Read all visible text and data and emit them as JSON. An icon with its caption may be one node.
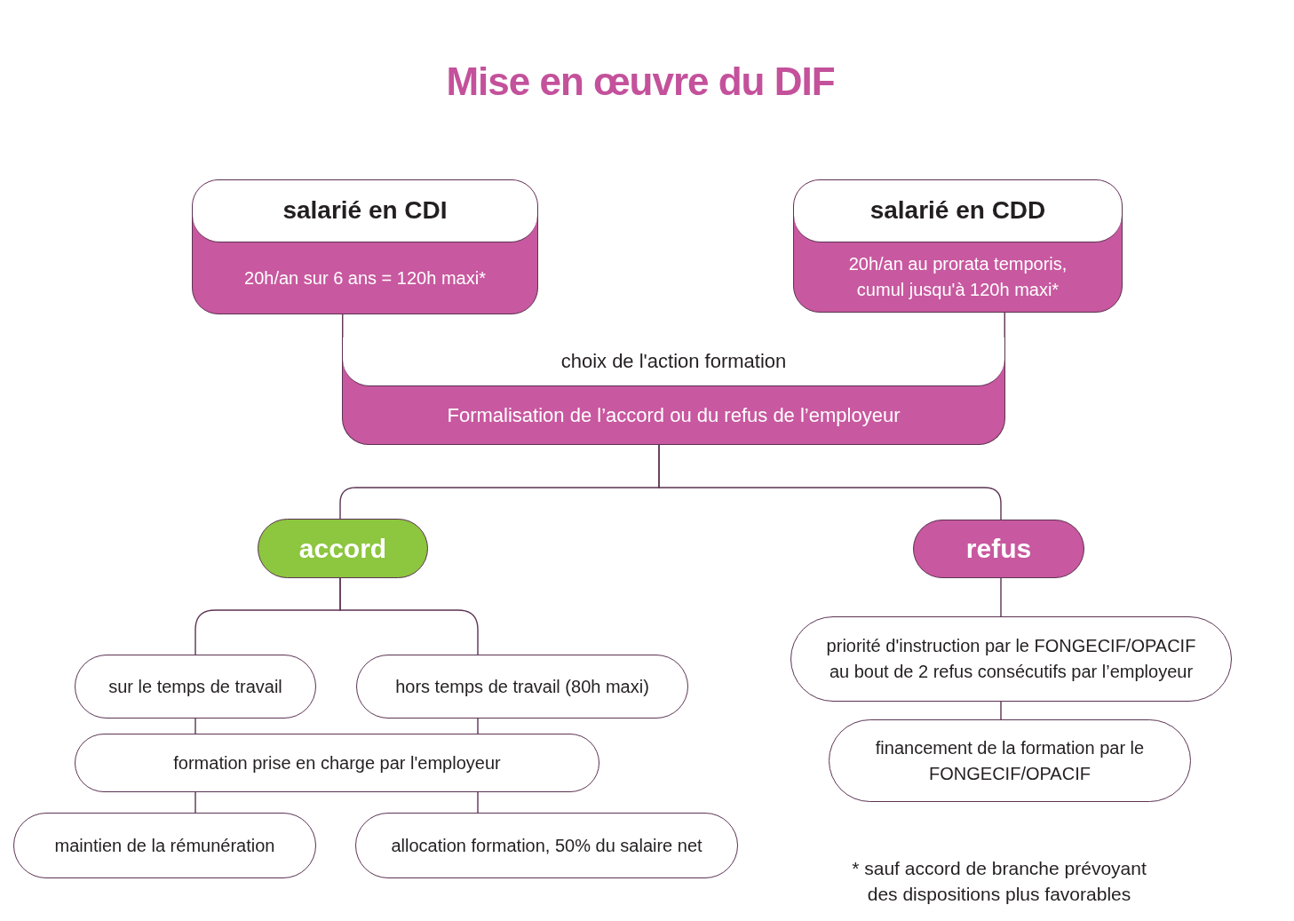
{
  "diagram": {
    "title": "Mise en œuvre du DIF",
    "nodes": [
      {
        "text": [
          "salarié en CDI",
          "20h/an sur 6 ans = 120h maxi*"
        ]
      },
      {
        "text": [
          "salarié en CDD",
          "20h/an au prorata temporis, cumul jusqu'à 120h maxi*"
        ]
      },
      {
        "text": [
          "choix de l'action formation",
          "Formalisation de l’accord ou du refus de l’employeur"
        ]
      },
      {
        "text": [
          "accord"
        ]
      },
      {
        "text": [
          "refus"
        ]
      },
      {
        "text": [
          "sur le temps de travail"
        ]
      },
      {
        "text": [
          "hors temps de travail (80h maxi)"
        ]
      },
      {
        "text": [
          "formation prise en charge par l'employeur"
        ]
      },
      {
        "text": [
          "maintien de la rémunération"
        ]
      },
      {
        "text": [
          "allocation formation, 50% du salaire net"
        ]
      },
      {
        "text": [
          "priorité d'instruction par le FONGECIF/OPACIF au bout de 2 refus consécutifs par l’employeur"
        ]
      },
      {
        "text": [
          "financement de la formation par le FONGECIF/OPACIF"
        ]
      }
    ],
    "edges": [
      {
        "from": 0,
        "to": 2,
        "arrow": "none"
      },
      {
        "from": 1,
        "to": 2,
        "arrow": "none"
      },
      {
        "from": 2,
        "to": 3,
        "arrow": "none"
      },
      {
        "from": 2,
        "to": 4,
        "arrow": "none"
      },
      {
        "from": 3,
        "to": 5,
        "arrow": "none"
      },
      {
        "from": 3,
        "to": 6,
        "arrow": "none"
      },
      {
        "from": 5,
        "to": 7,
        "arrow": "none"
      },
      {
        "from": 6,
        "to": 7,
        "arrow": "none"
      },
      {
        "from": 7,
        "to": 8,
        "arrow": "none"
      },
      {
        "from": 7,
        "to": 9,
        "arrow": "none"
      },
      {
        "from": 4,
        "to": 10,
        "arrow": "none"
      },
      {
        "from": 10,
        "to": 11,
        "arrow": "none"
      }
    ],
    "labels": [
      "* sauf accord de branche prévoyant des dispositions plus favorables"
    ]
  }
}
